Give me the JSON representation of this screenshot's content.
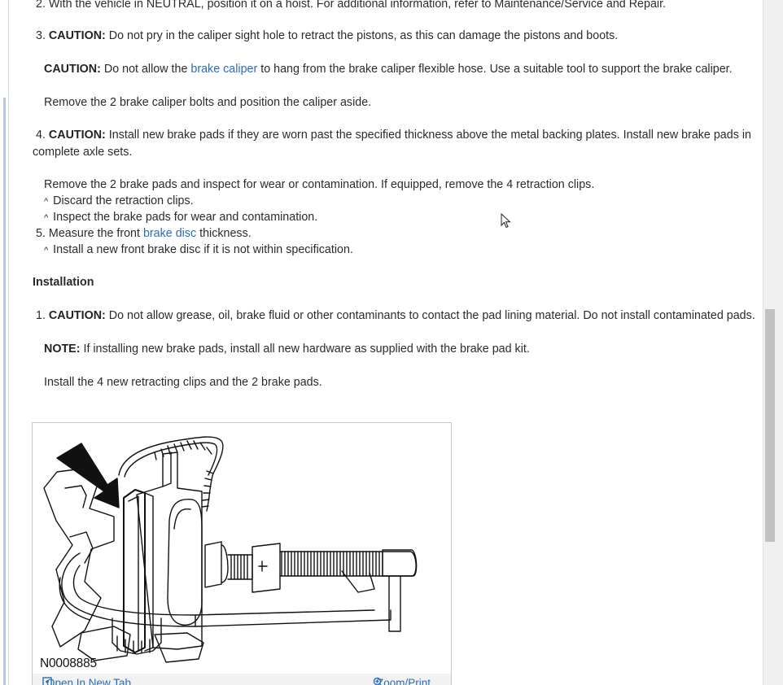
{
  "steps_removal": {
    "step2": {
      "num": "2.",
      "text": "With the vehicle in NEUTRAL, position it on a hoist. For additional information, refer to Maintenance/Service and Repair."
    },
    "step3": {
      "num": "3.",
      "caution1_label": "CAUTION:",
      "caution1_text": "Do not pry in the caliper sight hole to retract the pistons, as this can damage the pistons and boots.",
      "caution2_label": "CAUTION:",
      "caution2_pre": "Do not allow the",
      "caution2_link": "brake caliper",
      "caution2_post": "to hang from the brake caliper flexible hose. Use a suitable tool to support the brake caliper.",
      "action": "Remove the 2 brake caliper bolts and position the caliper aside."
    },
    "step4": {
      "num": "4.",
      "caution_label": "CAUTION:",
      "caution_text_line1": "Install new brake pads if they are worn past the specified thickness above the metal backing plates. Install new brake pads in",
      "caution_text_line2": "complete axle sets.",
      "action": "Remove the 2 brake pads and inspect for wear or contamination. If equipped, remove the 4 retraction clips.",
      "bullets": [
        "Discard the retraction clips.",
        "Inspect the brake pads for wear and contamination."
      ]
    },
    "step5": {
      "num": "5.",
      "pre": "Measure the front",
      "link": "brake disc",
      "post": "thickness.",
      "bullets": [
        "Install a new front brake disc if it is not within specification."
      ]
    }
  },
  "installation": {
    "heading": "Installation",
    "step1": {
      "num": "1.",
      "caution_label": "CAUTION:",
      "caution_text": "Do not allow grease, oil, brake fluid or other contaminants to contact the pad lining material. Do not install contaminated pads.",
      "note_label": "NOTE:",
      "note_text": "If installing new brake pads, install all new hardware as supplied with the brake pad kit.",
      "action": "Install the 4 new retracting clips and the 2 brake pads."
    }
  },
  "bullet_glyph": "^",
  "figure": {
    "id": "N0008885",
    "open_tab_label": "Open In New Tab",
    "zoom_label": "Zoom/Print"
  },
  "colors": {
    "link": "#2a6cb5",
    "text": "#2b2b2b",
    "scroll_thumb": "#c1c1c1"
  }
}
